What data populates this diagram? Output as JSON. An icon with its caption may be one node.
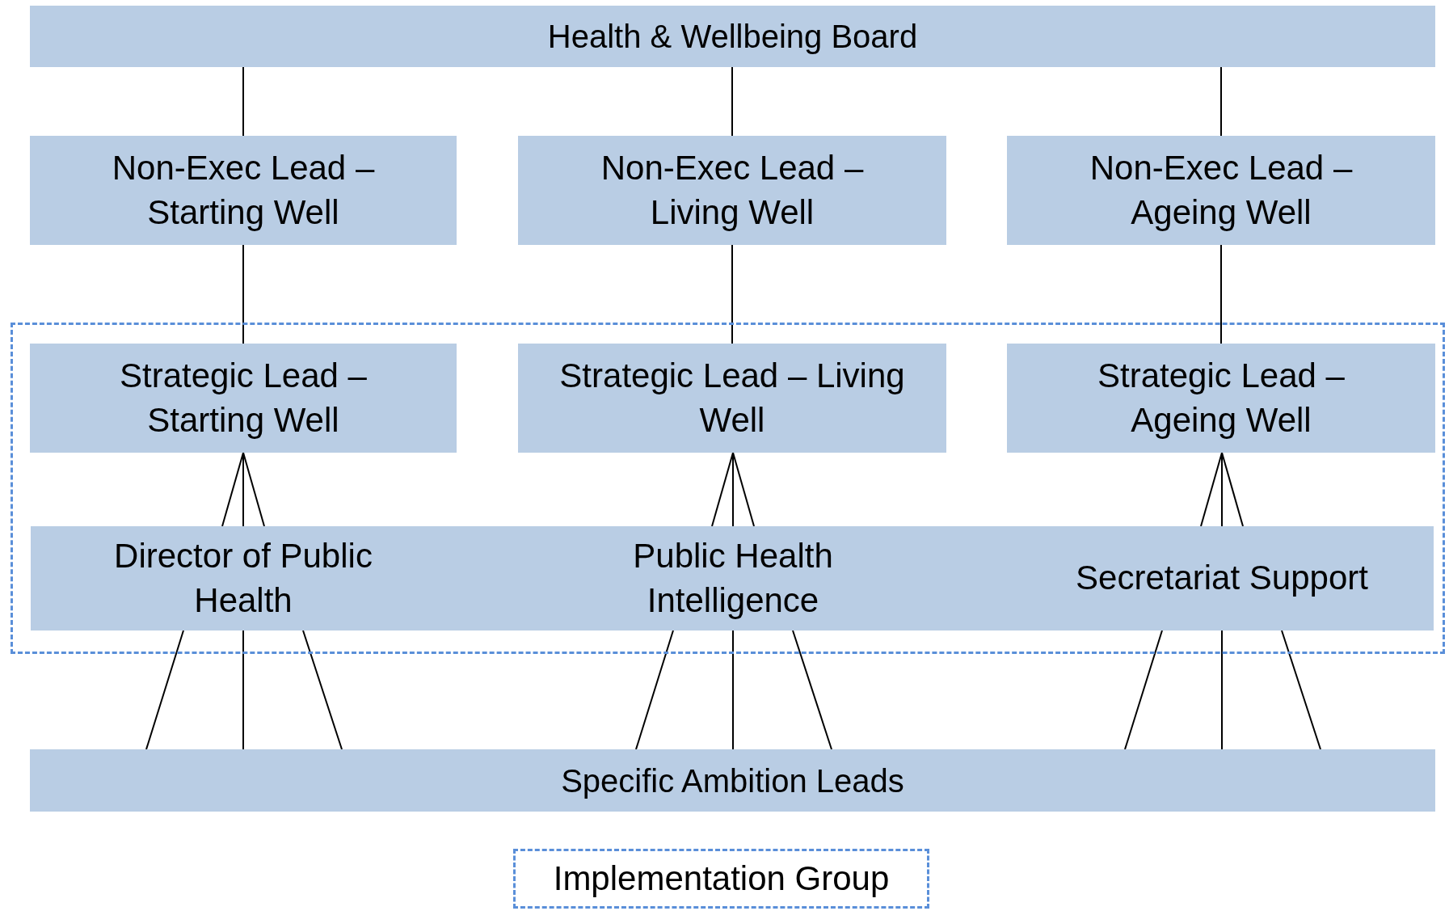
{
  "diagram": {
    "nodes": [
      {
        "text": [
          "Health & Wellbeing Board"
        ]
      },
      {
        "text": [
          "Non-Exec Lead – Starting Well"
        ]
      },
      {
        "text": [
          "Non-Exec Lead – Living Well"
        ]
      },
      {
        "text": [
          "Non-Exec Lead – Ageing Well"
        ]
      },
      {
        "text": [],
        "shape": "box"
      },
      {
        "text": [
          "Strategic Lead – Starting Well"
        ],
        "in": 4
      },
      {
        "text": [
          "Strategic Lead – Living Well"
        ],
        "in": 4
      },
      {
        "text": [
          "Strategic Lead – Ageing Well"
        ],
        "in": 4
      },
      {
        "text": [],
        "shape": "bar",
        "in": 4
      },
      {
        "text": [
          "Director of Public Health"
        ],
        "in": 8
      },
      {
        "text": [
          "Public Health Intelligence"
        ],
        "in": 8
      },
      {
        "text": [
          "Secretariat Support"
        ],
        "in": 8
      },
      {
        "text": [
          "Specific Ambition Leads"
        ]
      }
    ],
    "edges": [
      {
        "from": 0,
        "to": 1,
        "arrow": "none"
      },
      {
        "from": 0,
        "to": 2,
        "arrow": "none"
      },
      {
        "from": 0,
        "to": 3,
        "arrow": "none"
      },
      {
        "from": 1,
        "to": 5,
        "arrow": "none"
      },
      {
        "from": 2,
        "to": 6,
        "arrow": "none"
      },
      {
        "from": 3,
        "to": 7,
        "arrow": "none"
      },
      {
        "from": 9,
        "to": 5,
        "arrow": "none"
      },
      {
        "from": 9,
        "to": 5,
        "arrow": "none"
      },
      {
        "from": 9,
        "to": 5,
        "arrow": "none"
      },
      {
        "from": 10,
        "to": 6,
        "arrow": "none"
      },
      {
        "from": 10,
        "to": 6,
        "arrow": "none"
      },
      {
        "from": 10,
        "to": 6,
        "arrow": "none"
      },
      {
        "from": 11,
        "to": 7,
        "arrow": "none"
      },
      {
        "from": 11,
        "to": 7,
        "arrow": "none"
      },
      {
        "from": 11,
        "to": 7,
        "arrow": "none"
      },
      {
        "from": 9,
        "to": 12,
        "arrow": "none"
      },
      {
        "from": 9,
        "to": 12,
        "arrow": "none"
      },
      {
        "from": 9,
        "to": 12,
        "arrow": "none"
      },
      {
        "from": 10,
        "to": 12,
        "arrow": "none"
      },
      {
        "from": 10,
        "to": 12,
        "arrow": "none"
      },
      {
        "from": 10,
        "to": 12,
        "arrow": "none"
      },
      {
        "from": 11,
        "to": 12,
        "arrow": "none"
      },
      {
        "from": 11,
        "to": 12,
        "arrow": "none"
      },
      {
        "from": 11,
        "to": 12,
        "arrow": "none"
      }
    ],
    "legend": [
      {
        "text": "Implementation Group"
      }
    ]
  }
}
